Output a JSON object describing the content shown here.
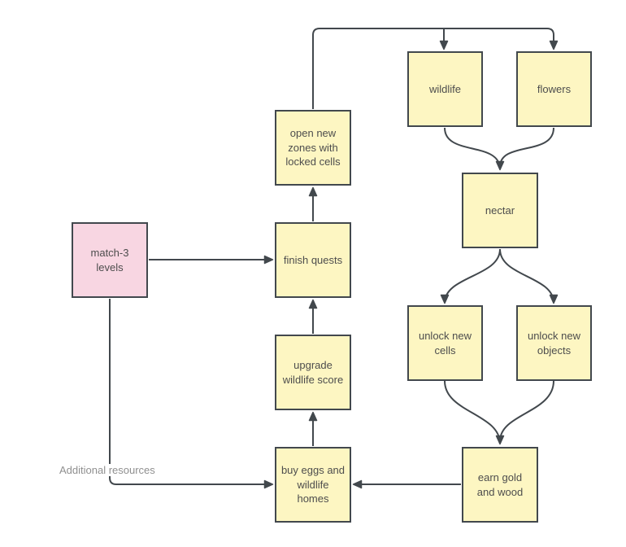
{
  "colors": {
    "stroke": "#42484d",
    "node-yellow": "#fdf6c2",
    "node-pink": "#f8d6e2",
    "text": "#4d4d4d",
    "muted": "#8f8f8f",
    "canvas": "#ffffff"
  },
  "nodes": {
    "match3": {
      "label": "match-3\nlevels"
    },
    "openZones": {
      "label": "open new\nzones with\nlocked cells"
    },
    "finishQuests": {
      "label": "finish quests"
    },
    "upgrade": {
      "label": "upgrade\nwildlife score"
    },
    "buyEggs": {
      "label": "buy eggs and\nwildlife\nhomes"
    },
    "wildlife": {
      "label": "wildlife"
    },
    "flowers": {
      "label": "flowers"
    },
    "nectar": {
      "label": "nectar"
    },
    "unlockCells": {
      "label": "unlock new\ncells"
    },
    "unlockObjects": {
      "label": "unlock new\nobjects"
    },
    "earnGold": {
      "label": "earn gold\nand wood"
    }
  },
  "edges": [
    {
      "from": "match3",
      "to": "finishQuests",
      "label": ""
    },
    {
      "from": "finishQuests",
      "to": "openZones",
      "label": ""
    },
    {
      "from": "openZones",
      "to": "wildlife",
      "label": ""
    },
    {
      "from": "openZones",
      "to": "flowers",
      "label": ""
    },
    {
      "from": "wildlife",
      "to": "nectar",
      "label": ""
    },
    {
      "from": "flowers",
      "to": "nectar",
      "label": ""
    },
    {
      "from": "nectar",
      "to": "unlockCells",
      "label": ""
    },
    {
      "from": "nectar",
      "to": "unlockObjects",
      "label": ""
    },
    {
      "from": "unlockCells",
      "to": "earnGold",
      "label": ""
    },
    {
      "from": "unlockObjects",
      "to": "earnGold",
      "label": ""
    },
    {
      "from": "earnGold",
      "to": "buyEggs",
      "label": ""
    },
    {
      "from": "buyEggs",
      "to": "upgrade",
      "label": ""
    },
    {
      "from": "upgrade",
      "to": "finishQuests",
      "label": ""
    },
    {
      "from": "match3",
      "to": "buyEggs",
      "label": "Additional resources"
    }
  ]
}
